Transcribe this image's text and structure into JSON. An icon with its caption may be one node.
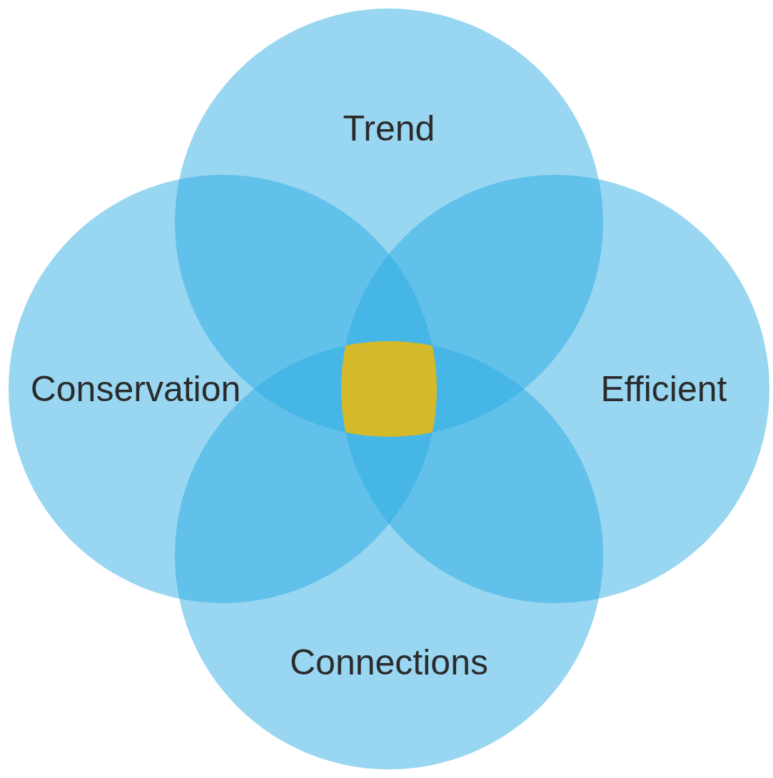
{
  "diagram": {
    "nodes": [
      {
        "text": [
          "Trend"
        ]
      },
      {
        "text": [
          "Conservation"
        ]
      },
      {
        "text": [
          "Efficient"
        ]
      },
      {
        "text": [
          "Connections"
        ]
      },
      {
        "text": [],
        "shape": "box"
      }
    ]
  }
}
